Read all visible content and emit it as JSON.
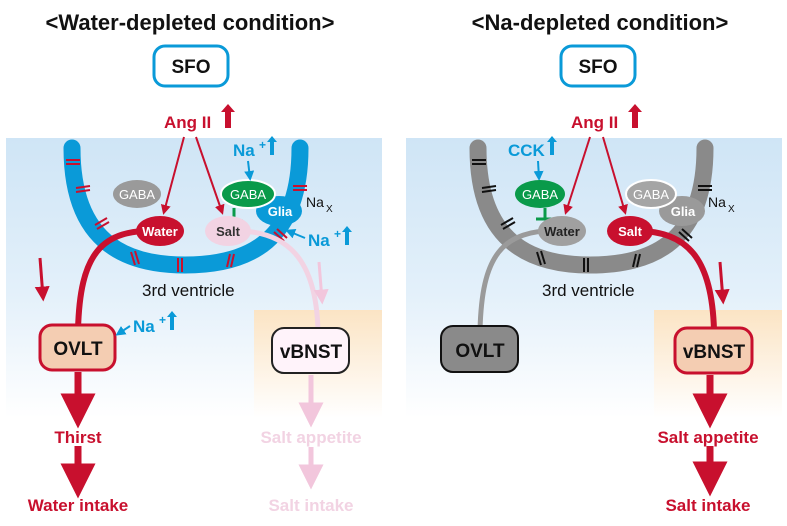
{
  "colors": {
    "red": "#c8102e",
    "blue": "#0a9ad8",
    "green": "#0a9a4a",
    "gray": "#8a8a8a",
    "pale_pink": "#f2d3e3",
    "orange_fill": "#f4cdb2",
    "skyblue_bg": "#d2e7f7",
    "peach_bg": "#fbe7c9"
  },
  "left_panel": {
    "title": "<Water-depleted condition>",
    "sfo": "SFO",
    "ang": "Ang II",
    "na_top": "Na",
    "na_top_sup": "+",
    "na_right": "Na",
    "na_right_sup": "+",
    "na_ovlt": "Na",
    "na_ovlt_sup": "+",
    "gaba_gray": "GABA",
    "gaba_green": "GABA",
    "glia": "Glia",
    "nax": "Na",
    "nax_sub": "X",
    "water": "Water",
    "salt": "Salt",
    "ventricle": "3rd ventricle",
    "ovlt": "OVLT",
    "vbnst": "vBNST",
    "thirst": "Thirst",
    "water_intake": "Water intake",
    "salt_appetite": "Salt appetite",
    "salt_intake": "Salt intake"
  },
  "right_panel": {
    "title": "<Na-depleted condition>",
    "sfo": "SFO",
    "ang": "Ang II",
    "cck": "CCK",
    "gaba_green": "GABA",
    "gaba_gray": "GABA",
    "glia": "Glia",
    "nax": "Na",
    "nax_sub": "X",
    "water": "Water",
    "salt": "Salt",
    "ventricle": "3rd ventricle",
    "ovlt": "OVLT",
    "vbnst": "vBNST",
    "salt_appetite": "Salt appetite",
    "salt_intake": "Salt intake"
  }
}
